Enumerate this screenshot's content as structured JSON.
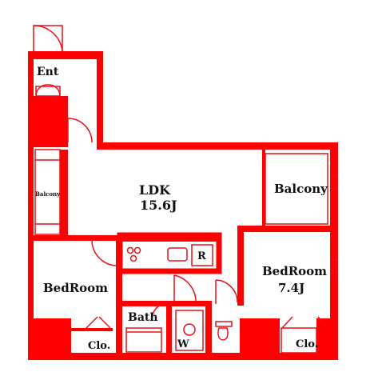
{
  "plan": {
    "colors": {
      "wall": "#ff0000",
      "line": "#e8101a",
      "text": "#111111",
      "background": "#ffffff"
    },
    "rooms": {
      "entrance": {
        "label": "Ent"
      },
      "ldk": {
        "label": "LDK",
        "size": "15.6J"
      },
      "balcony_left": {
        "label": "Balcony"
      },
      "balcony_right": {
        "label": "Balcony"
      },
      "bedroom_left": {
        "label": "BedRoom"
      },
      "bedroom_right": {
        "label": "BedRoom",
        "size": "7.4J"
      },
      "bath": {
        "label": "Bath"
      },
      "washroom": {
        "label": "W"
      },
      "refrigerator": {
        "label": "R"
      },
      "closet_left": {
        "label": "Clo."
      },
      "closet_right": {
        "label": "Clo."
      }
    }
  }
}
